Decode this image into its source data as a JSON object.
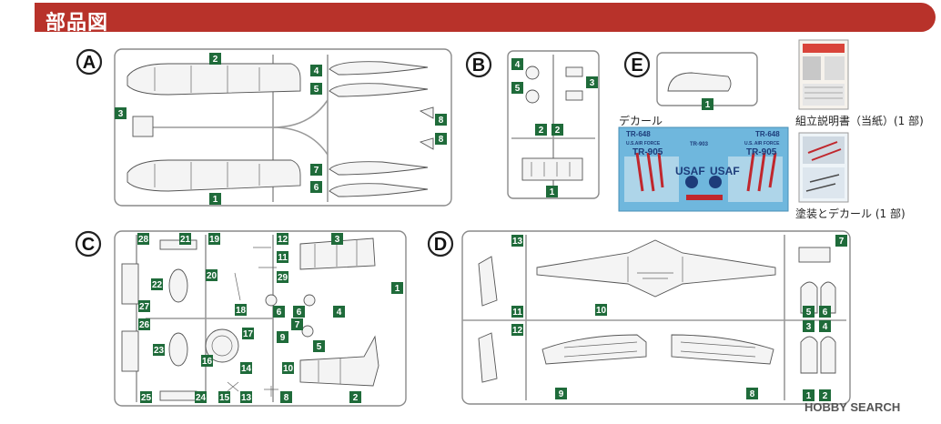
{
  "header": {
    "title": "部品図"
  },
  "sprues": {
    "A": {
      "letter": "A",
      "tags": [
        "2",
        "4",
        "5",
        "3",
        "8",
        "8",
        "7",
        "6",
        "1"
      ]
    },
    "B": {
      "letter": "B",
      "tags": [
        "4",
        "3",
        "5",
        "2",
        "2",
        "1"
      ]
    },
    "C": {
      "letter": "C",
      "tags": [
        "28",
        "21",
        "19",
        "12",
        "3",
        "11",
        "29",
        "22",
        "20",
        "1",
        "18",
        "27",
        "26",
        "6",
        "6",
        "4",
        "7",
        "17",
        "9",
        "5",
        "23",
        "16",
        "14",
        "10",
        "25",
        "24",
        "15",
        "13",
        "8",
        "2"
      ]
    },
    "D": {
      "letter": "D",
      "tags": [
        "13",
        "7",
        "10",
        "5",
        "6",
        "3",
        "4",
        "11",
        "12",
        "9",
        "8",
        "1",
        "2"
      ]
    },
    "E": {
      "letter": "E",
      "tags": [
        "1"
      ]
    }
  },
  "decal": {
    "label": "デカール",
    "texts": [
      "TR-648",
      "U.S.AIR FORCE",
      "TR-905",
      "USAF",
      "USAF",
      "TR-648",
      "U.S. AIR FORCE",
      "TR-905",
      "TR-903"
    ]
  },
  "instructions": {
    "label": "組立説明書（当紙）(1 部)"
  },
  "box_art": {
    "label": "塗装とデカール (1 部)"
  },
  "watermark": {
    "text": "HOBBY SEARCH"
  },
  "colors": {
    "header_bg": "#b8322a",
    "tag_bg": "#1f6b3a",
    "decal_bg": "#6fb7dd"
  }
}
